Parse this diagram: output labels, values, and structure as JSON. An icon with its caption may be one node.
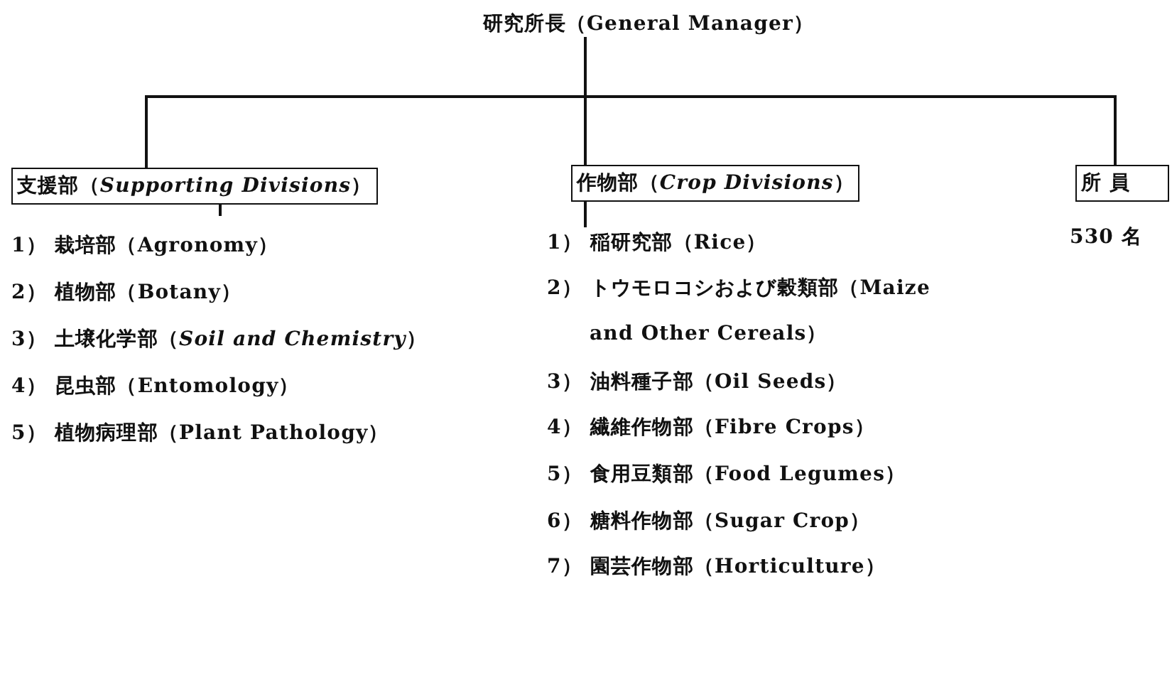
{
  "diagram": {
    "nodes": [
      {
        "text": [
          "研究所長（General Manager）"
        ]
      },
      {
        "text": [
          "支援部（*Supporting Divisions*）"
        ]
      },
      {
        "text": [
          "作物部（*Crop Divisions*）"
        ]
      },
      {
        "text": [
          "所 員"
        ],
        "beside": [
          "530 名"
        ]
      },
      {
        "text": [
          "1） 栽培部（Agronomy）",
          "2） 植物部（Botany）",
          "3） 土壌化学部（*Soil and Chemistry*）",
          "4） 昆虫部（Entomology）",
          "5） 植物病理部（Plant Pathology）"
        ]
      },
      {
        "text": [
          "1） 稲研究部（Rice）",
          "2） トウモロコシおよび穀類部（Maize and Other Cereals）",
          "3） 油料種子部（Oil Seeds）",
          "4） 繊維作物部（Fibre Crops）",
          "5） 食用豆類部（Food Legumes）",
          "6） 糖料作物部（Sugar Crop）",
          "7） 園芸作物部（Horticulture）"
        ]
      }
    ],
    "edges": [
      {
        "from": 0,
        "to": 1,
        "arrow": "none"
      },
      {
        "from": 0,
        "to": 2,
        "arrow": "none"
      },
      {
        "from": 0,
        "to": 3,
        "arrow": "none"
      },
      {
        "from": 1,
        "to": 4,
        "arrow": "none"
      },
      {
        "from": 2,
        "to": 5,
        "arrow": "none"
      }
    ]
  }
}
